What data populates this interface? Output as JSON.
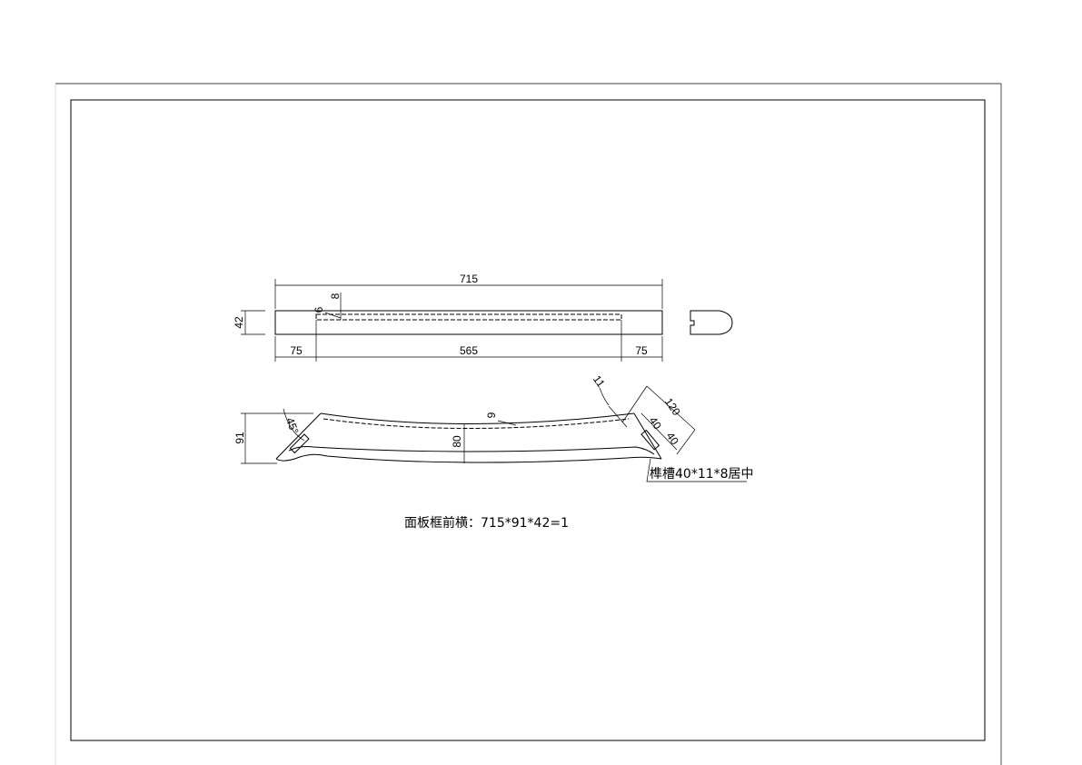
{
  "drawing": {
    "top_view": {
      "overall_length": "715",
      "thickness": "42",
      "groove_offset": "6",
      "groove_depth": "8",
      "left_margin": "75",
      "groove_length": "565",
      "right_margin": "75"
    },
    "front_view": {
      "height": "91",
      "angle": "45°",
      "inner_height": "80",
      "top_offset": "9",
      "slot_width": "11",
      "end_length": "120",
      "slot_part_a": "40",
      "slot_part_b": "40",
      "mortise_note": "榫槽40*11*8居中"
    },
    "caption": "面板框前横：715*91*42=1"
  }
}
